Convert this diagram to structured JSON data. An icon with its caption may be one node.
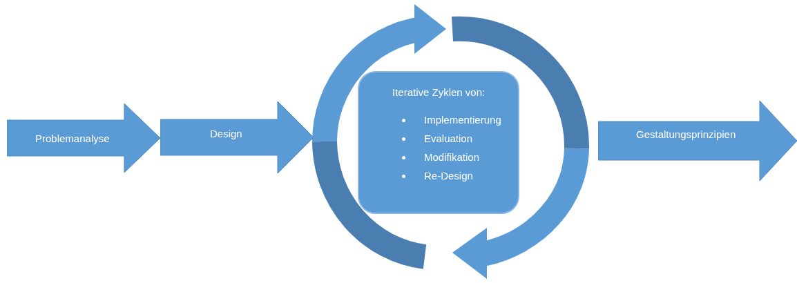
{
  "diagram": {
    "nodes": [
      {
        "text": [
          "Problemanalyse"
        ]
      },
      {
        "text": [
          "Design"
        ]
      },
      {
        "text": [
          "Iterative Zyklen von:",
          "Implementierung",
          "Evaluation",
          "Modifikation",
          "Re-Design"
        ]
      },
      {
        "text": [
          "Gestaltungsprinzipien"
        ]
      }
    ]
  }
}
